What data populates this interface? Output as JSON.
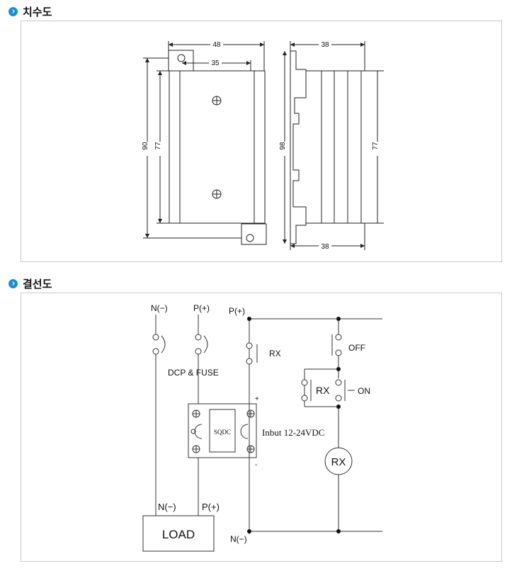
{
  "sections": {
    "dimensions": {
      "title": "치수도"
    },
    "wiring": {
      "title": "결선도"
    }
  },
  "dimension_drawing": {
    "width_total": "48",
    "hole_spacing": "35",
    "height_total": "90",
    "body_height": "77",
    "side_depth_top": "38",
    "side_height": "98",
    "side_body_height": "77",
    "side_depth_bottom": "38"
  },
  "wiring_diagram": {
    "left_top_neg": "N(−)",
    "left_top_pos": "P(+)",
    "supply_pos": "P(+)",
    "supply_neg": "N(−)",
    "fuse_label": "DCP & FUSE",
    "relay_contact": "RX",
    "off_label": "OFF",
    "on_label": "ON",
    "rx_box": "RX",
    "rx_coil": "RX",
    "ssr_label": "SQDC",
    "input_label": "Inbut 12-24VDC",
    "plus_mark": "+",
    "minus_mark": "-",
    "load_neg": "N(−)",
    "load_pos": "P(+)",
    "load_label": "LOAD"
  }
}
